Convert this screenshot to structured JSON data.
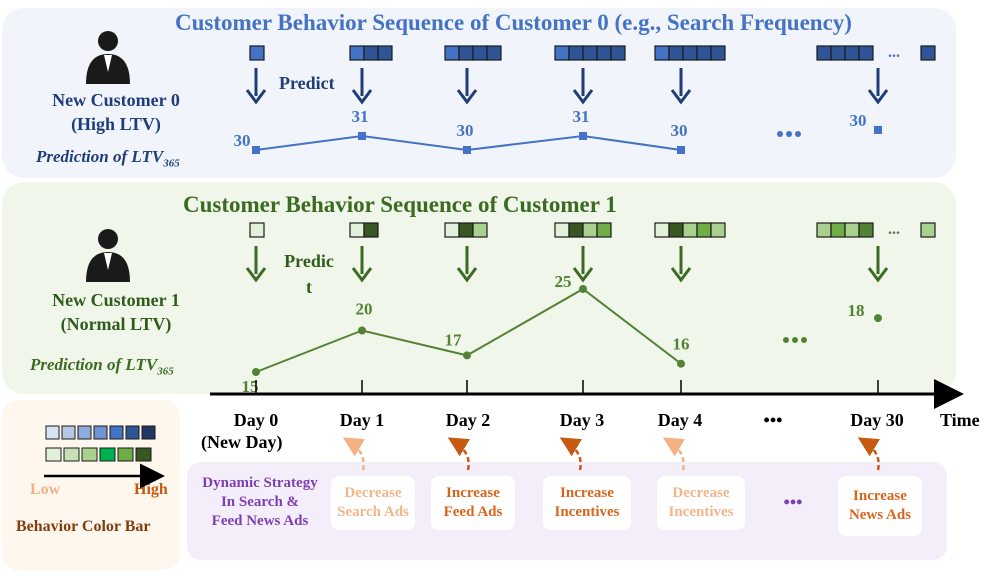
{
  "customer0": {
    "title": "Customer Behavior Sequence of Customer 0 (e.g., Search Frequency)",
    "name_line1": "New Customer 0",
    "name_line2": "(High LTV)",
    "prediction_label": "Prediction of LTV",
    "prediction_sub": "365",
    "predict_label": "Predict",
    "values": [
      30,
      31,
      30,
      31,
      30
    ],
    "final_value": 30,
    "line_color": "#4472c4",
    "palette": [
      "#dae3f3",
      "#b4c7e7",
      "#8faadc",
      "#6f94d6",
      "#4472c4",
      "#2f5597",
      "#1f3864"
    ]
  },
  "customer1": {
    "title": "Customer Behavior Sequence of Customer 1",
    "name_line1": "New Customer 1",
    "name_line2": "(Normal LTV)",
    "prediction_label": "Prediction of LTV",
    "prediction_sub": "365",
    "predict_label_a": "Predic",
    "predict_label_b": "t",
    "values": [
      15,
      20,
      17,
      25,
      16
    ],
    "final_value": 18,
    "line_color": "#548235",
    "palette": [
      "#e2f0d9",
      "#c5e0b4",
      "#a9d18e",
      "#70ad47",
      "#548235",
      "#385723"
    ]
  },
  "axis": {
    "days": [
      "Day 0",
      "Day 1",
      "Day 2",
      "Day 3",
      "Day 4",
      "Day 30"
    ],
    "day0_sub": "(New Day)",
    "ellipsis": "•••",
    "time_label": "Time"
  },
  "strategy": {
    "title_lines": [
      "Dynamic Strategy",
      "In Search &",
      "Feed News Ads"
    ],
    "items": [
      {
        "line1": "Decrease",
        "line2": "Search Ads",
        "tone": "light"
      },
      {
        "line1": "Increase",
        "line2": "Feed Ads",
        "tone": "dark"
      },
      {
        "line1": "Increase",
        "line2": "Incentives",
        "tone": "dark"
      },
      {
        "line1": "Decrease",
        "line2": "Incentives",
        "tone": "light"
      },
      {
        "line1": "Increase",
        "line2": "News Ads",
        "tone": "dark"
      }
    ]
  },
  "legend": {
    "low": "Low",
    "high": "High",
    "title": "Behavior Color Bar"
  },
  "ellipsis_small": "...",
  "colors": {
    "blue_arrow": "#1f3d7a",
    "green_arrow": "#3b6b22",
    "strategy_light": "#f4b183",
    "strategy_dark": "#c55a11",
    "strategy_title": "#7e3fb2"
  }
}
